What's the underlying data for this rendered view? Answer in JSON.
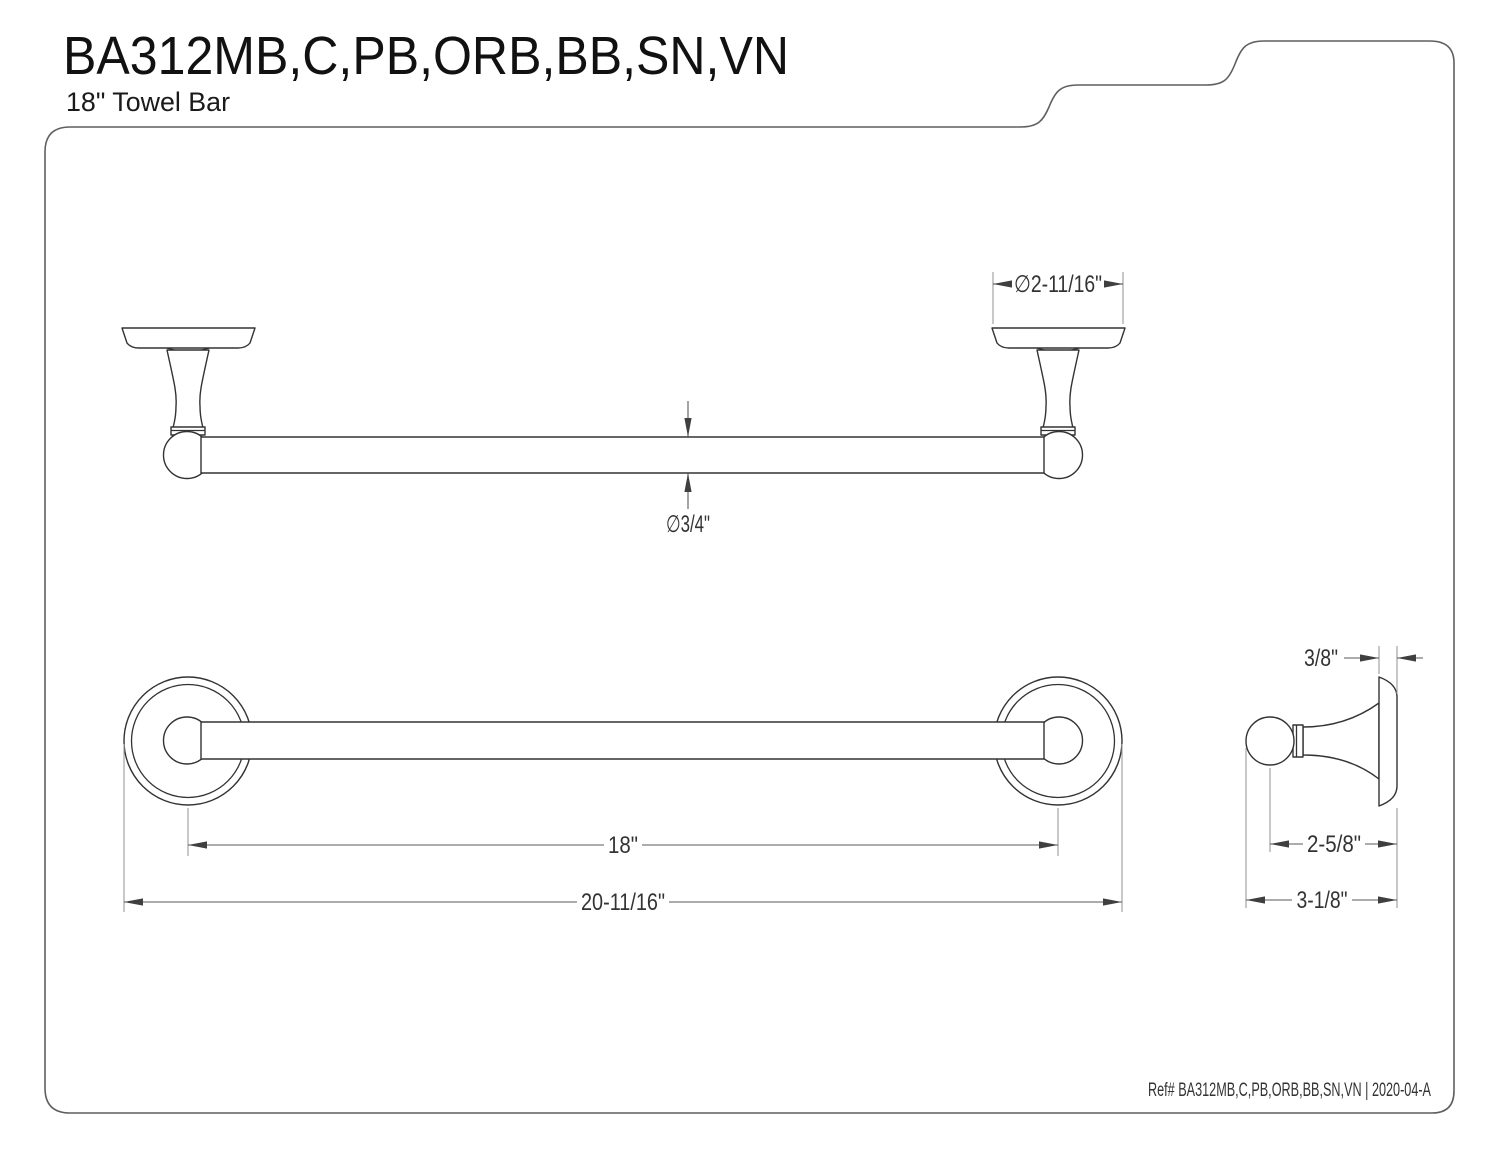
{
  "header": {
    "title": "BA312MB,C,PB,ORB,BB,SN,VN",
    "subtitle": "18\" Towel Bar"
  },
  "views": {
    "top_view": {
      "dim_plate_diameter": "∅2-11/16\"",
      "dim_bar_diameter": "∅3/4\""
    },
    "front_view": {
      "dim_center_to_center": "18\"",
      "dim_overall_length": "20-11/16\""
    },
    "side_view": {
      "dim_plate_thickness": "3/8\"",
      "dim_ball_to_wall": "2-5/8\"",
      "dim_overall_projection": "3-1/8\""
    }
  },
  "footer": {
    "reference": "Ref# BA312MB,C,PB,ORB,BB,SN,VN | 2020-04-A"
  },
  "colors": {
    "background": "#ffffff",
    "drawing_line": "#333333",
    "extension_line": "#9b9b9b",
    "dimension_line": "#5a5a5a",
    "text": "#1a1a1a",
    "border": "#5f5f5f"
  }
}
